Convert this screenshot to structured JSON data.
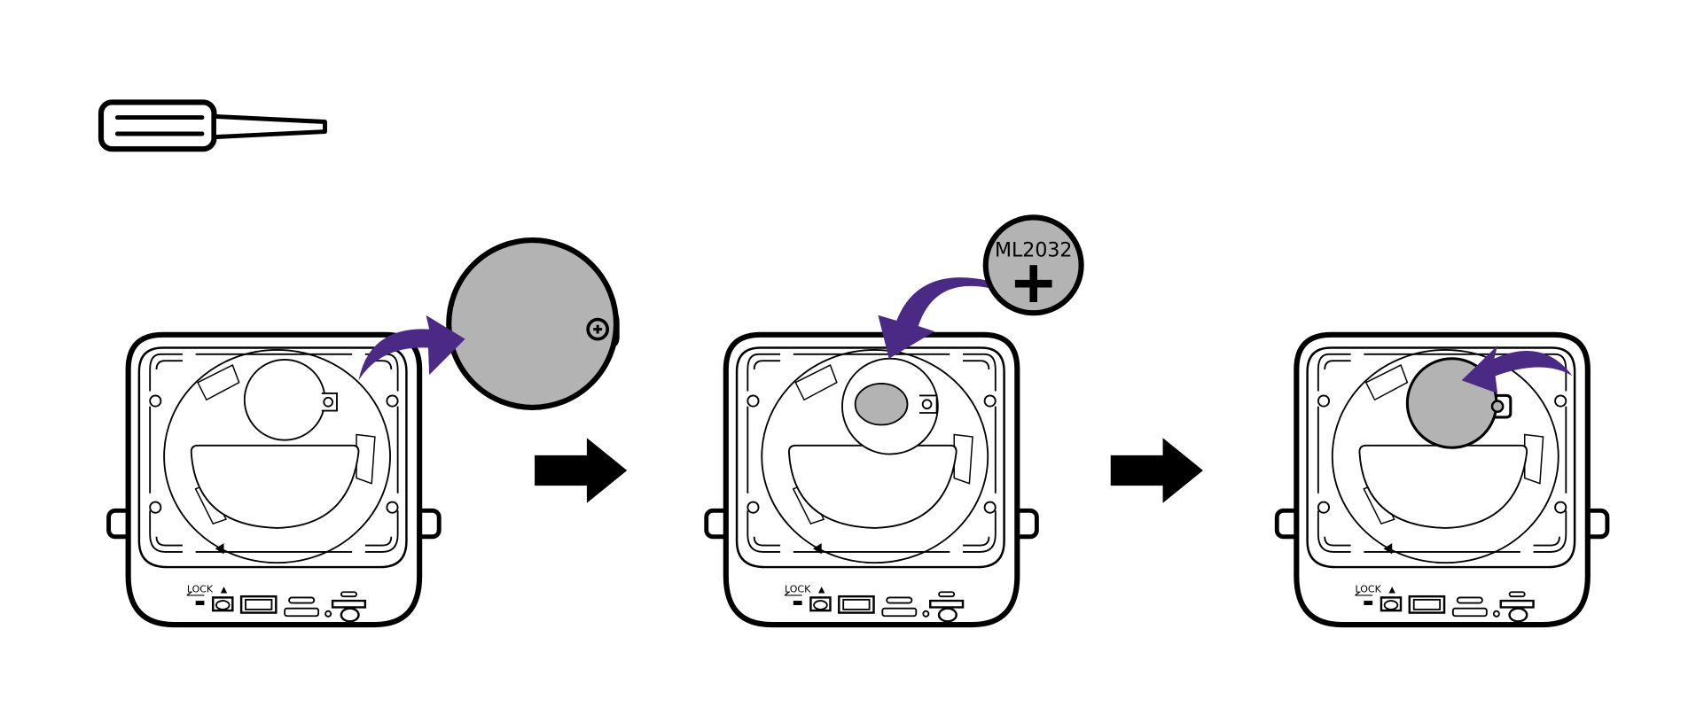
{
  "colors": {
    "accent_arrow": "#4b2a86",
    "battery_gray": "#b3b3b3",
    "line": "#000000",
    "background": "#ffffff"
  },
  "tool": {
    "icon": "screwdriver-icon"
  },
  "device": {
    "port_label": "LOCK"
  },
  "steps": [
    {
      "name": "remove-cover",
      "icon": "curved-arrow-icon"
    },
    {
      "name": "insert-battery",
      "battery_label": "ML2032",
      "polarity": "+",
      "icon": "curved-arrow-icon"
    },
    {
      "name": "replace-cover",
      "icon": "curved-arrow-icon"
    }
  ],
  "flow_arrows": [
    "right-arrow-icon",
    "right-arrow-icon"
  ]
}
